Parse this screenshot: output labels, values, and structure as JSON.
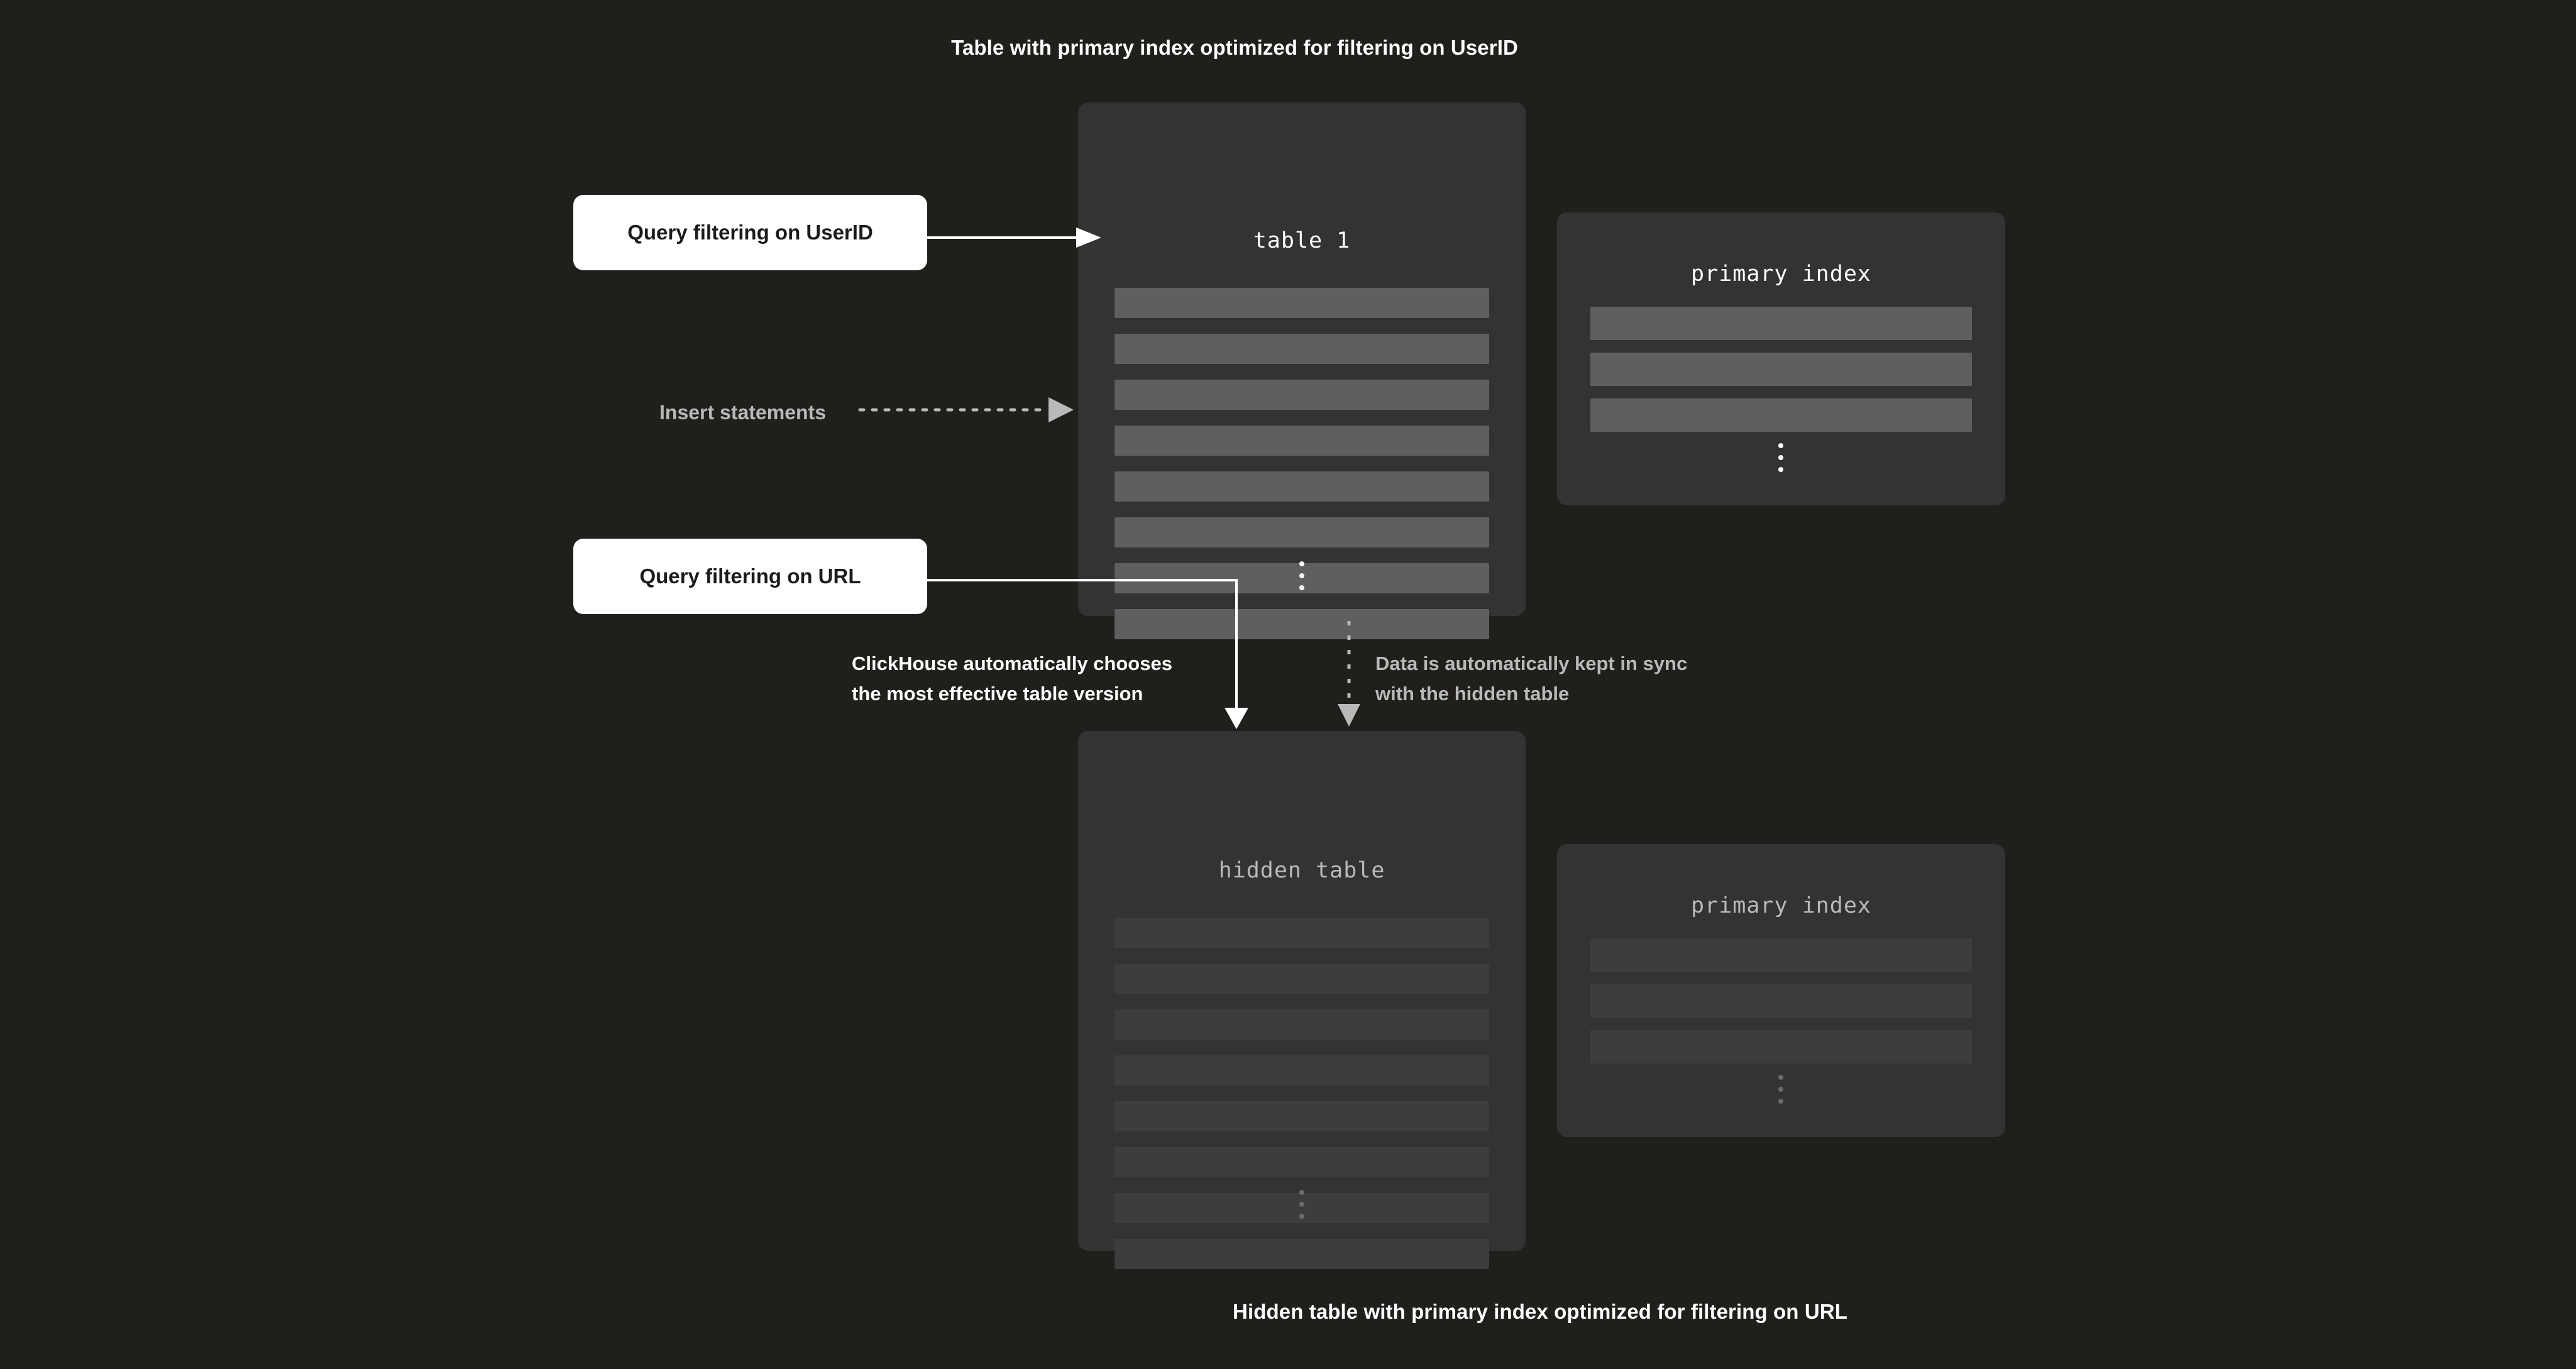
{
  "diagram": {
    "title_top": "Table with primary index optimized for filtering on UserID",
    "title_bottom": "Hidden table with primary index optimized for filtering on URL",
    "background_color": "#211f1c",
    "card_color": "#333333",
    "active_row_color": "#5f5f5f",
    "dimmed_row_color": "#3d3d3d",
    "accent_white": "#ffffff",
    "muted_text_color": "#b9b9b9"
  },
  "cards": {
    "table1": {
      "title": "table 1",
      "row_count": 8,
      "has_ellipsis": true,
      "state": "active"
    },
    "hidden_table": {
      "title": "hidden table",
      "row_count": 8,
      "has_ellipsis": true,
      "state": "dimmed"
    },
    "primary_index_top": {
      "title": "primary index",
      "row_count": 3,
      "has_ellipsis": true,
      "state": "active"
    },
    "primary_index_bottom": {
      "title": "primary index",
      "row_count": 3,
      "has_ellipsis": true,
      "state": "dimmed"
    }
  },
  "callouts": {
    "query_userid": "Query filtering on UserID",
    "query_url": "Query filtering on URL"
  },
  "annotations": {
    "insert_statements": "Insert statements",
    "clickhouse_chooses": "ClickHouse automatically chooses\nthe most effective table version",
    "kept_in_sync": "Data is automatically kept in sync\nwith the hidden table"
  },
  "connectors": [
    {
      "name": "query-userid-to-table1",
      "style": "solid",
      "color": "#ffffff",
      "arrow": "triangle-right"
    },
    {
      "name": "insert-statements-to-table1",
      "style": "dotted",
      "color": "#b9b9b9",
      "arrow": "triangle-right"
    },
    {
      "name": "query-url-to-hidden-table",
      "style": "solid",
      "color": "#ffffff",
      "arrow": "triangle-down"
    },
    {
      "name": "table1-to-hidden-table-sync",
      "style": "dotted",
      "color": "#b9b9b9",
      "arrow": "triangle-down"
    }
  ]
}
